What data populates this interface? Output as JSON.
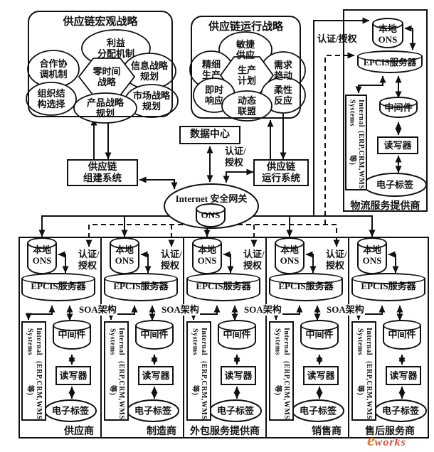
{
  "macro": {
    "title": "供应链宏观战略",
    "profit1": "利益",
    "profit2": "分配机制",
    "coop1": "合作协",
    "coop2": "调机制",
    "info1": "信息战略",
    "info2": "规划",
    "zero1": "零时间",
    "zero2": "战略",
    "org1": "组织结",
    "org2": "构选择",
    "market1": "市场战略",
    "market2": "规划",
    "product1": "产品战略",
    "product2": "规划"
  },
  "operation": {
    "title": "供应链运行战略",
    "agile1": "敏捷",
    "agile2": "供应",
    "lean1": "精细",
    "lean2": "生产",
    "demand1": "需求",
    "demand2": "趋动",
    "plan1": "生产",
    "plan2": "计划",
    "instant1": "即时",
    "instant2": "响应",
    "alliance1": "动态",
    "alliance2": "联盟",
    "flex1": "柔性",
    "flex2": "反应"
  },
  "middle": {
    "data_center": "数据中心",
    "auth1": "认证/",
    "auth2": "授权",
    "build1": "供应链",
    "build2": "组建系统",
    "run1": "供应链",
    "run2": "运行系统",
    "gateway": "Internet 安全网关",
    "gateway_ons": "ONS"
  },
  "logistics": {
    "auth": "认证/授权",
    "ons1": "本地",
    "ons2": "ONS",
    "epcis": "EPCIS服务器",
    "internal1": "Internal Systems",
    "internal2": "(ERP,CRM,WMS等)",
    "middleware": "中间件",
    "reader": "读写器",
    "tag": "电子标签",
    "label": "物流服务提供商"
  },
  "columns": {
    "shared": {
      "ons1": "本地",
      "ons2": "ONS",
      "auth1": "认证/",
      "auth2": "授权",
      "epcis": "EPCIS服务器",
      "soa": "SOA架构",
      "internal1": "Internal Systems",
      "internal2": "(ERP,CRM,WMS等)",
      "middleware": "中间件",
      "reader": "读写器",
      "tag": "电子标签"
    },
    "labels": [
      "供应商",
      "制造商",
      "外包服务提供商",
      "销售商",
      "售后服务商"
    ]
  },
  "watermark": {
    "e": "e",
    "rest": "works"
  }
}
